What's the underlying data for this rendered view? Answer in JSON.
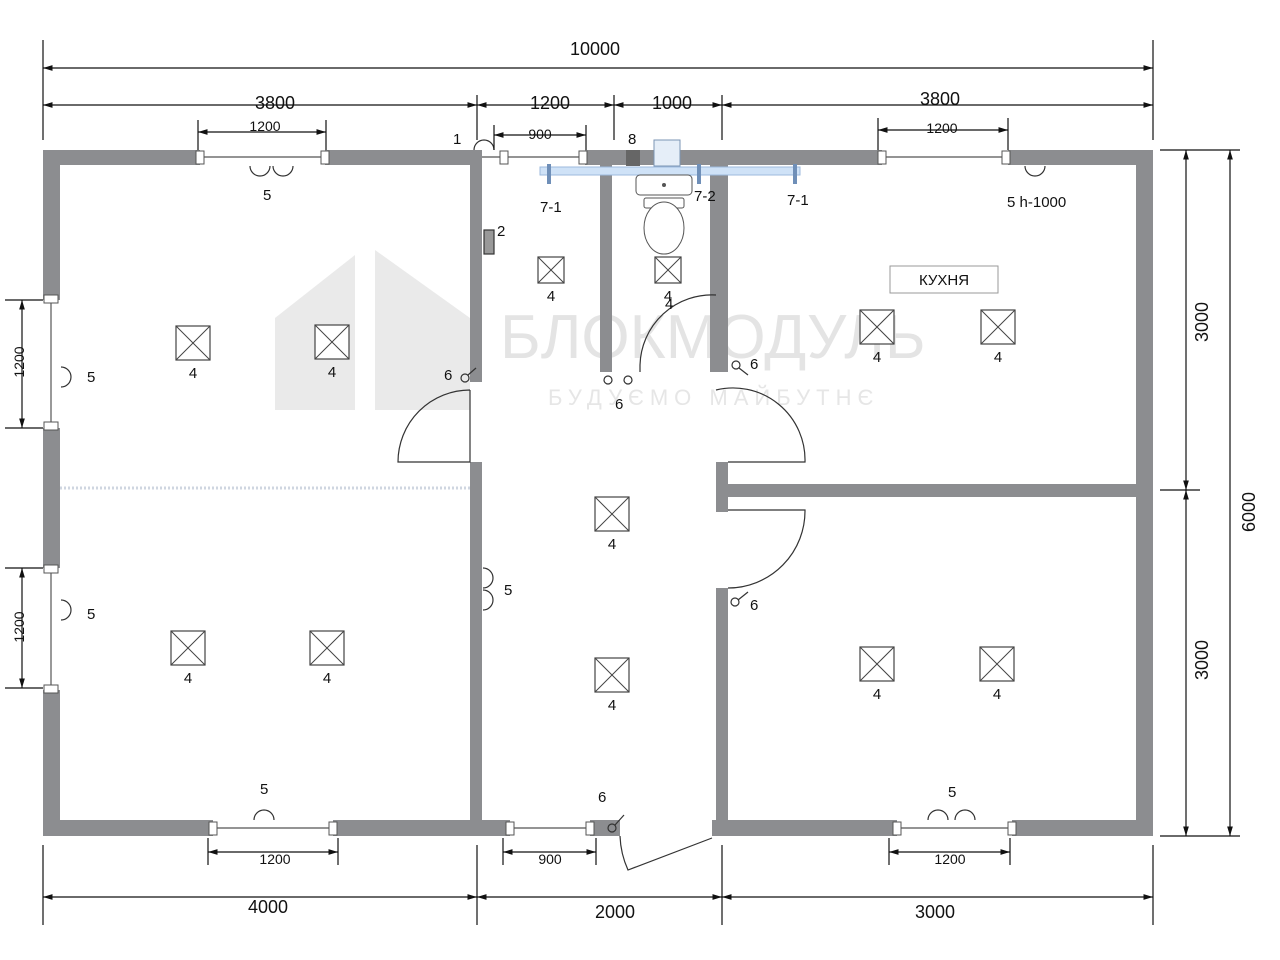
{
  "dimensions": {
    "overall_width": "10000",
    "top_left": "3800",
    "top_mid_a": "1200",
    "top_mid_b": "1000",
    "top_right": "3800",
    "win_top_left": "1200",
    "win_top_mid": "900",
    "win_top_right": "1200",
    "right_upper": "3000",
    "right_lower": "3000",
    "right_total": "6000",
    "left_win_upper": "1200",
    "left_win_lower": "1200",
    "bottom_left": "4000",
    "bottom_mid": "2000",
    "bottom_right": "3000",
    "win_bottom_left": "1200",
    "win_bottom_mid": "900",
    "win_bottom_right": "1200"
  },
  "labels": {
    "room_kitchen": "КУХНЯ",
    "n1": "1",
    "n2": "2",
    "n4": "4",
    "n5": "5",
    "n5h": "5  h-1000",
    "n6": "6",
    "n7_1": "7-1",
    "n7_2": "7-2",
    "n8": "8"
  },
  "watermark": {
    "brand": "БЛОКМОДУЛЬ",
    "slogan": "БУДУЄМО МАЙБУТНЄ"
  }
}
